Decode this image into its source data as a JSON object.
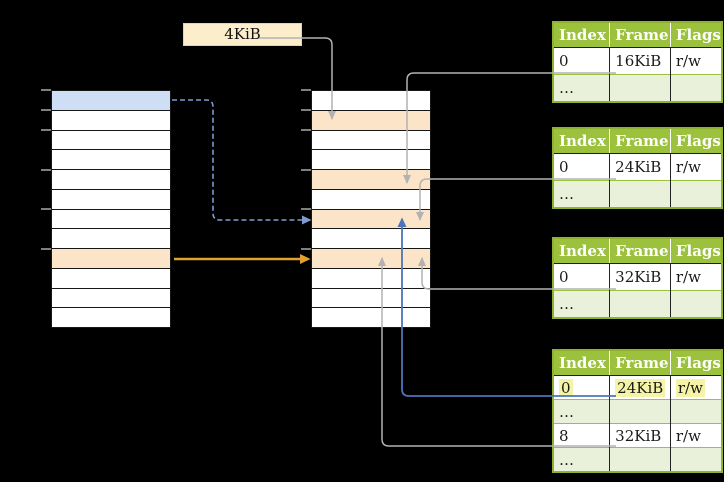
{
  "page_size_label": "4KiB",
  "palette": {
    "table_header_green": "#9CC13C",
    "table_alt_row_green": "#E9F1DA",
    "virtual_page_blue": "#CEDEF4",
    "frame_orange": "#FCE4C8",
    "label_box_cream": "#FCEECB",
    "highlight_yellow": "#F5F3A6",
    "arrow_gray": "#B2B2B2",
    "arrow_blue": "#4D74B9",
    "arrow_dashed_blue": "#7E9CD2",
    "arrow_orange": "#E2A12C"
  },
  "virtual_memory": {
    "rows": 12,
    "blue_row_position": 1,
    "orange_row_position": 9
  },
  "physical_memory": {
    "rows": 12,
    "orange_row_positions": [
      2,
      5,
      7,
      9
    ]
  },
  "page_tables": [
    {
      "headers": [
        "Index",
        "Frame",
        "Flags"
      ],
      "rows": [
        [
          "0",
          "16KiB",
          "r/w"
        ],
        [
          "…",
          "",
          ""
        ]
      ]
    },
    {
      "headers": [
        "Index",
        "Frame",
        "Flags"
      ],
      "rows": [
        [
          "0",
          "24KiB",
          "r/w"
        ],
        [
          "…",
          "",
          ""
        ]
      ]
    },
    {
      "headers": [
        "Index",
        "Frame",
        "Flags"
      ],
      "rows": [
        [
          "0",
          "32KiB",
          "r/w"
        ],
        [
          "…",
          "",
          ""
        ]
      ]
    },
    {
      "headers": [
        "Index",
        "Frame",
        "Flags"
      ],
      "rows": [
        [
          "0",
          "24KiB",
          "r/w"
        ],
        [
          "…",
          "",
          ""
        ],
        [
          "8",
          "32KiB",
          "r/w"
        ],
        [
          "…",
          "",
          ""
        ]
      ],
      "highlighted_row": 0
    }
  ]
}
